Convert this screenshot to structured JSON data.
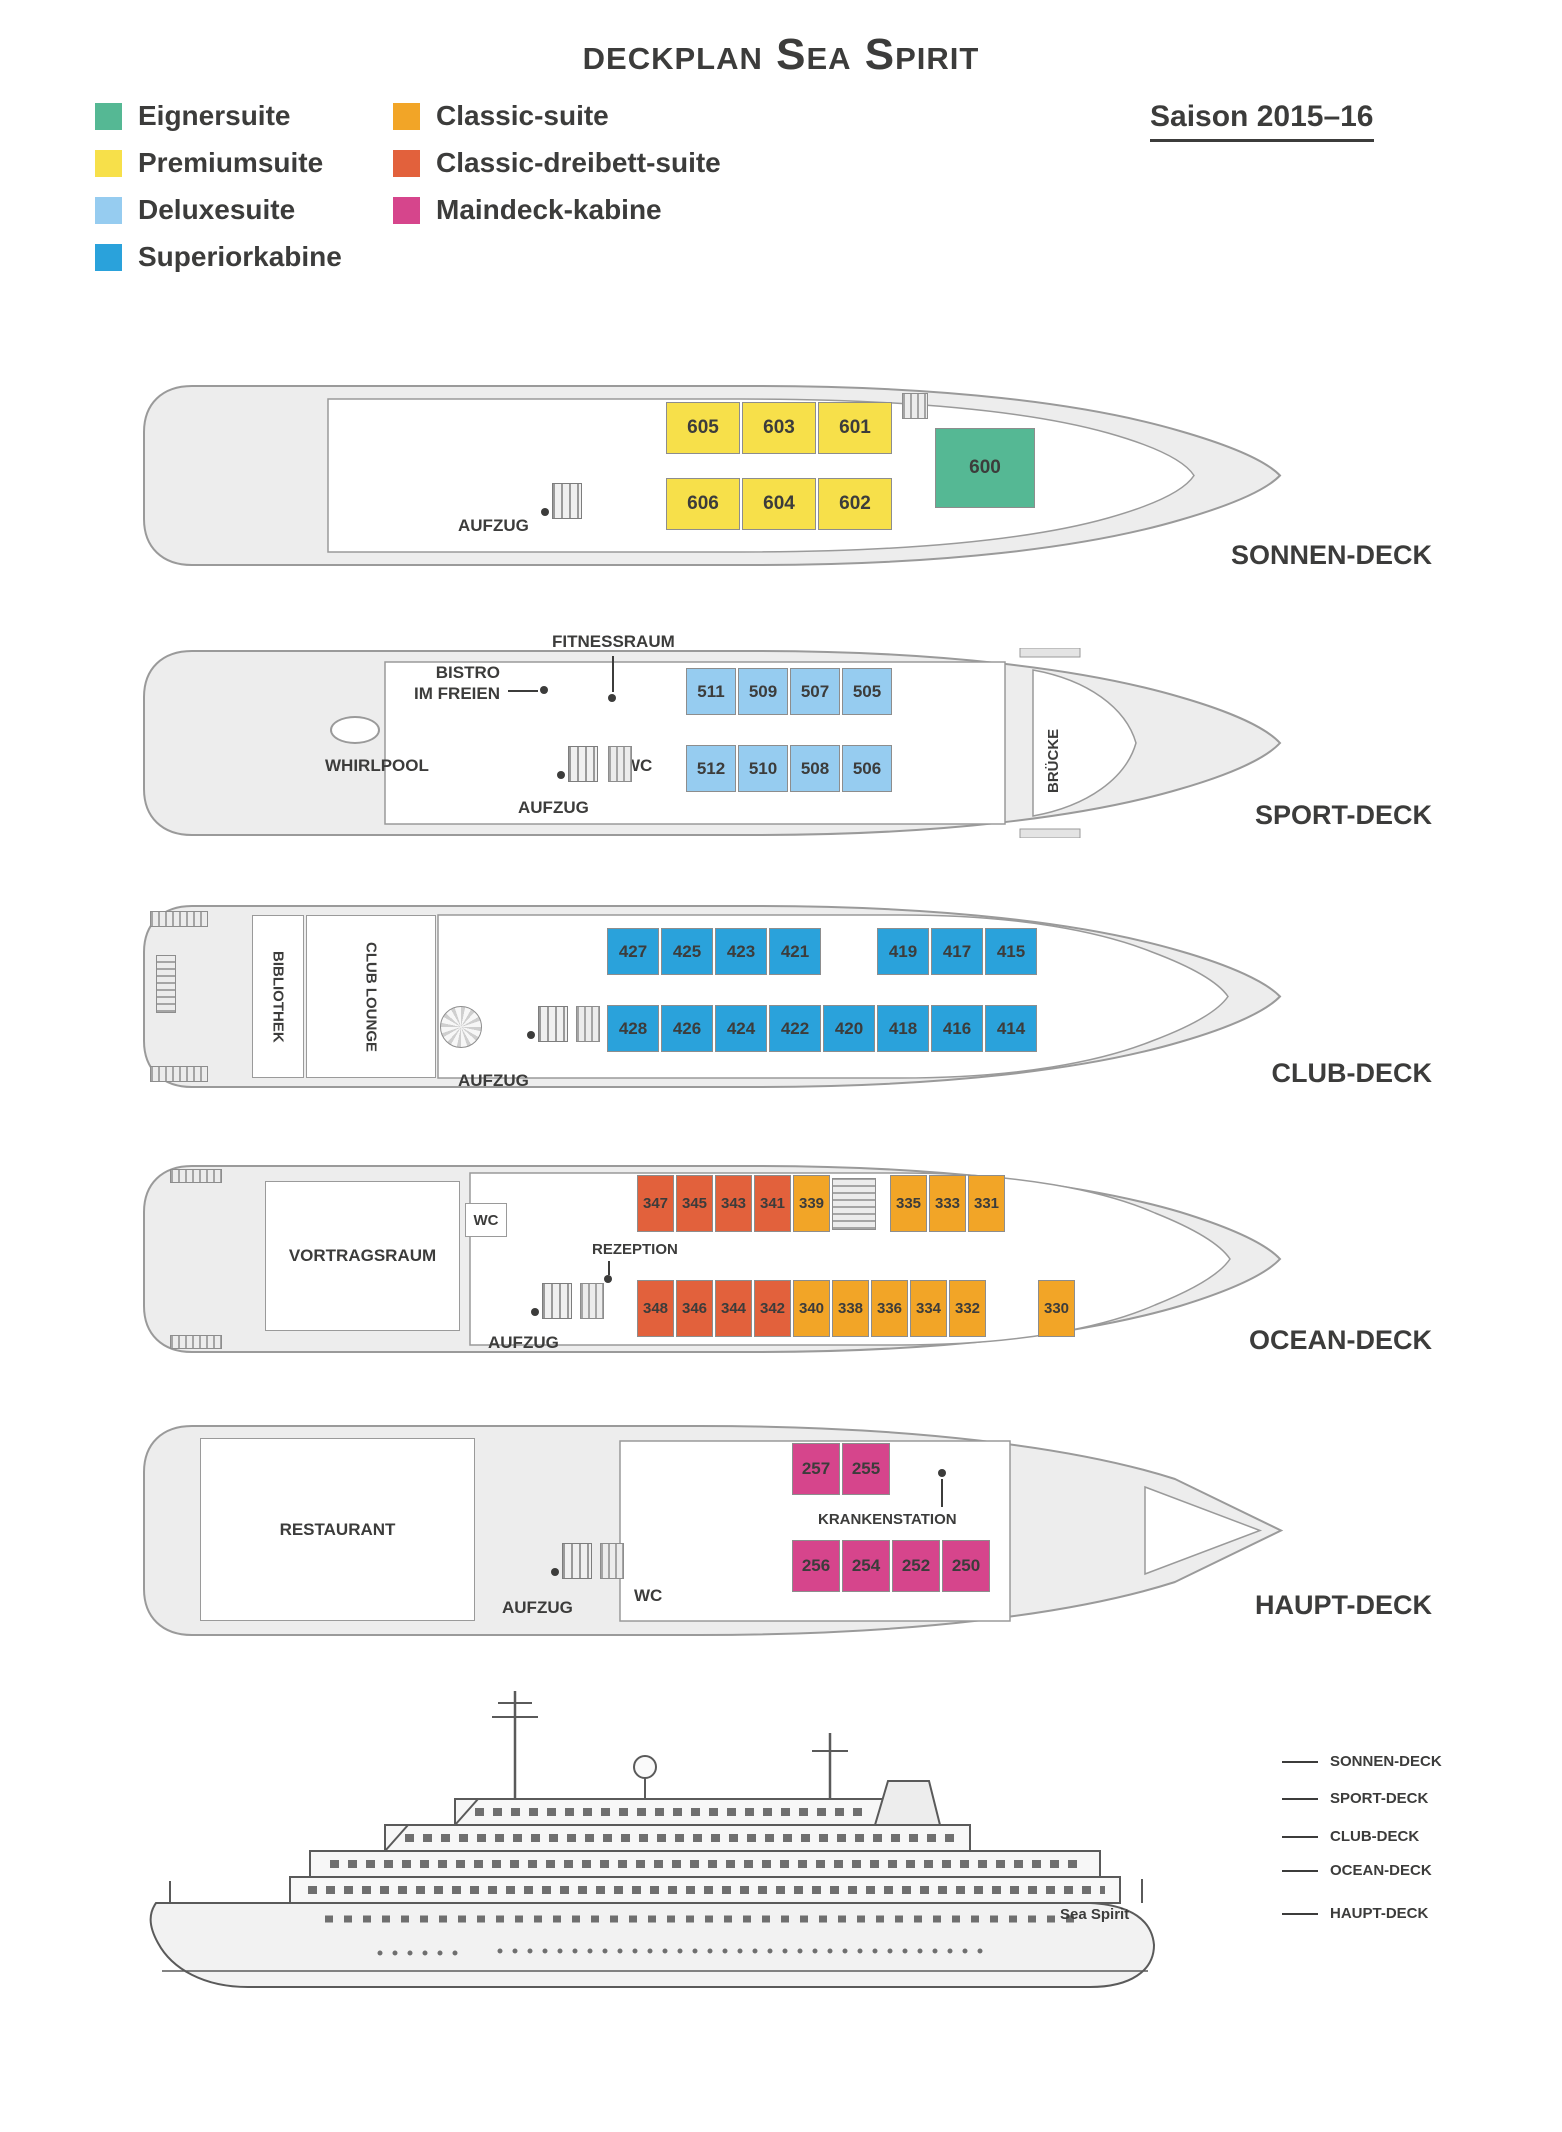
{
  "title": "deckplan Sea Spirit",
  "season": "Saison 2015–16",
  "palette": {
    "eigner": "#55b894",
    "premium": "#f7e04a",
    "deluxe": "#96ccf0",
    "superior": "#2aa2db",
    "classic": "#f2a527",
    "classic3": "#e2613c",
    "maindeck": "#d6458c",
    "text": "#3c3c3b",
    "hull": "#ededed",
    "outline": "#9a9a9a"
  },
  "legend": {
    "col1": [
      {
        "label": "Eignersuite",
        "type": "eigner"
      },
      {
        "label": "Premiumsuite",
        "type": "premium"
      },
      {
        "label": "Deluxesuite",
        "type": "deluxe"
      },
      {
        "label": "Superiorkabine",
        "type": "superior"
      }
    ],
    "col2": [
      {
        "label": "Classic-suite",
        "type": "classic"
      },
      {
        "label": "Classic-dreibett-suite",
        "type": "classic3"
      },
      {
        "label": "Maindeck-kabine",
        "type": "maindeck"
      }
    ]
  },
  "decks": [
    {
      "name": "SONNEN-DECK",
      "labels": {
        "aufzug": "AUFZUG"
      },
      "cabins_top": [
        {
          "n": "605",
          "type": "premium"
        },
        {
          "n": "603",
          "type": "premium"
        },
        {
          "n": "601",
          "type": "premium"
        }
      ],
      "cabins_bottom": [
        {
          "n": "606",
          "type": "premium"
        },
        {
          "n": "604",
          "type": "premium"
        },
        {
          "n": "602",
          "type": "premium"
        }
      ],
      "suite": {
        "n": "600",
        "type": "eigner"
      }
    },
    {
      "name": "SPORT-DECK",
      "labels": {
        "aufzug": "AUFZUG",
        "fitnessraum": "FITNESSRAUM",
        "bistro1": "BISTRO",
        "bistro2": "IM FREIEN",
        "whirlpool": "WHIRLPOOL",
        "wc": "WC",
        "bruecke": "BRÜCKE"
      },
      "cabins_top": [
        {
          "n": "511",
          "type": "deluxe"
        },
        {
          "n": "509",
          "type": "deluxe"
        },
        {
          "n": "507",
          "type": "deluxe"
        },
        {
          "n": "505",
          "type": "deluxe"
        }
      ],
      "cabins_bottom": [
        {
          "n": "512",
          "type": "deluxe"
        },
        {
          "n": "510",
          "type": "deluxe"
        },
        {
          "n": "508",
          "type": "deluxe"
        },
        {
          "n": "506",
          "type": "deluxe"
        }
      ]
    },
    {
      "name": "CLUB-DECK",
      "labels": {
        "aufzug": "AUFZUG",
        "bibliothek": "BIBLIOTHEK",
        "club_lounge": "CLUB LOUNGE"
      },
      "cabins_top": [
        {
          "n": "427",
          "type": "superior"
        },
        {
          "n": "425",
          "type": "superior"
        },
        {
          "n": "423",
          "type": "superior"
        },
        {
          "n": "421",
          "type": "superior"
        },
        {
          "n": "419",
          "type": "superior"
        },
        {
          "n": "417",
          "type": "superior"
        },
        {
          "n": "415",
          "type": "superior"
        }
      ],
      "cabins_bottom": [
        {
          "n": "428",
          "type": "superior"
        },
        {
          "n": "426",
          "type": "superior"
        },
        {
          "n": "424",
          "type": "superior"
        },
        {
          "n": "422",
          "type": "superior"
        },
        {
          "n": "420",
          "type": "superior"
        },
        {
          "n": "418",
          "type": "superior"
        },
        {
          "n": "416",
          "type": "superior"
        },
        {
          "n": "414",
          "type": "superior"
        }
      ]
    },
    {
      "name": "OCEAN-DECK",
      "labels": {
        "aufzug": "AUFZUG",
        "vortragsraum": "VORTRAGSRAUM",
        "wc": "WC",
        "rezeption": "REZEPTION"
      },
      "cabins_top": [
        {
          "n": "347",
          "type": "classic3"
        },
        {
          "n": "345",
          "type": "classic3"
        },
        {
          "n": "343",
          "type": "classic3"
        },
        {
          "n": "341",
          "type": "classic3"
        },
        {
          "n": "339",
          "type": "classic"
        },
        {
          "n": "335",
          "type": "classic"
        },
        {
          "n": "333",
          "type": "classic"
        },
        {
          "n": "331",
          "type": "classic"
        }
      ],
      "cabins_bottom": [
        {
          "n": "348",
          "type": "classic3"
        },
        {
          "n": "346",
          "type": "classic3"
        },
        {
          "n": "344",
          "type": "classic3"
        },
        {
          "n": "342",
          "type": "classic3"
        },
        {
          "n": "340",
          "type": "classic"
        },
        {
          "n": "338",
          "type": "classic"
        },
        {
          "n": "336",
          "type": "classic"
        },
        {
          "n": "334",
          "type": "classic"
        },
        {
          "n": "332",
          "type": "classic"
        },
        {
          "n": "330",
          "type": "classic"
        }
      ]
    },
    {
      "name": "HAUPT-DECK",
      "labels": {
        "aufzug": "AUFZUG",
        "wc": "WC",
        "restaurant": "RESTAURANT",
        "krankenstation": "KRANKENSTATION"
      },
      "cabins_top": [
        {
          "n": "257",
          "type": "maindeck"
        },
        {
          "n": "255",
          "type": "maindeck"
        }
      ],
      "cabins_bottom": [
        {
          "n": "256",
          "type": "maindeck"
        },
        {
          "n": "254",
          "type": "maindeck"
        },
        {
          "n": "252",
          "type": "maindeck"
        },
        {
          "n": "250",
          "type": "maindeck"
        }
      ]
    }
  ],
  "profile": {
    "ship_name": "Sea Spirit",
    "deck_labels": [
      "SONNEN-DECK",
      "SPORT-DECK",
      "CLUB-DECK",
      "OCEAN-DECK",
      "HAUPT-DECK"
    ]
  }
}
